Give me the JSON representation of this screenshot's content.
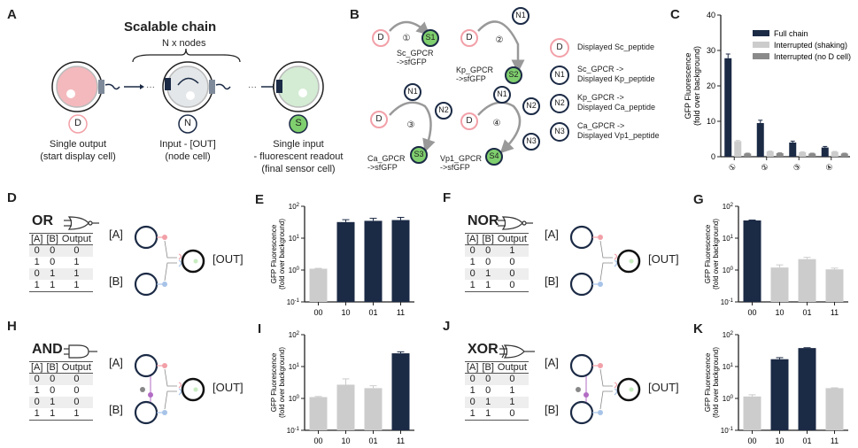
{
  "panels": {
    "A": {
      "label": "A",
      "title": "Scalable chain",
      "subtitle": "N x nodes",
      "cells": [
        {
          "symbol": "D",
          "desc1": "Single output",
          "desc2": "(start display cell)",
          "desc3": ""
        },
        {
          "symbol": "N",
          "desc1": "Input - [OUT]",
          "desc2": "(node cell)",
          "desc3": ""
        },
        {
          "symbol": "S",
          "desc1": "Single input",
          "desc2": "- fluorescent readout",
          "desc3": "(final sensor cell)"
        }
      ]
    },
    "B": {
      "label": "B",
      "chains": [
        {
          "num": "①",
          "sensor": "S1",
          "nodes": [],
          "caption1": "Sc_GPCR",
          "caption2": "->sfGFP"
        },
        {
          "num": "②",
          "sensor": "S2",
          "nodes": [
            "N1"
          ],
          "caption1": "Kp_GPCR",
          "caption2": "->sfGFP"
        },
        {
          "num": "③",
          "sensor": "S3",
          "nodes": [
            "N1",
            "N2"
          ],
          "caption1": "Ca_GPCR",
          "caption2": "->sfGFP"
        },
        {
          "num": "④",
          "sensor": "S4",
          "nodes": [
            "N1",
            "N2",
            "N3"
          ],
          "caption1": "Vp1_GPCR",
          "caption2": "->sfGFP"
        }
      ],
      "start": "D",
      "legend": [
        {
          "symbol": "D",
          "line1": "Displayed Sc_peptide",
          "line2": ""
        },
        {
          "symbol": "N1",
          "line1": "Sc_GPCR ->",
          "line2": "Displayed Kp_peptide"
        },
        {
          "symbol": "N2",
          "line1": "Kp_GPCR ->",
          "line2": "Displayed Ca_peptide"
        },
        {
          "symbol": "N3",
          "line1": "Ca_GPCR ->",
          "line2": "Displayed Vp1_peptide"
        }
      ]
    },
    "D": {
      "label": "D",
      "gate": "OR",
      "headers": [
        "[A]",
        "[B]",
        "Output"
      ],
      "rows": [
        [
          "0",
          "0",
          "0"
        ],
        [
          "1",
          "0",
          "1"
        ],
        [
          "0",
          "1",
          "1"
        ],
        [
          "1",
          "1",
          "1"
        ]
      ],
      "inA": "[A]",
      "inB": "[B]",
      "out": "[OUT]"
    },
    "F": {
      "label": "F",
      "gate": "NOR",
      "headers": [
        "[A]",
        "[B]",
        "Output"
      ],
      "rows": [
        [
          "0",
          "0",
          "1"
        ],
        [
          "1",
          "0",
          "0"
        ],
        [
          "0",
          "1",
          "0"
        ],
        [
          "1",
          "1",
          "0"
        ]
      ],
      "inA": "[A]",
      "inB": "[B]",
      "out": "[OUT]"
    },
    "H": {
      "label": "H",
      "gate": "AND",
      "headers": [
        "[A]",
        "[B]",
        "Output"
      ],
      "rows": [
        [
          "0",
          "0",
          "0"
        ],
        [
          "1",
          "0",
          "0"
        ],
        [
          "0",
          "1",
          "0"
        ],
        [
          "1",
          "1",
          "1"
        ]
      ],
      "inA": "[A]",
      "inB": "[B]",
      "out": "[OUT]"
    },
    "J": {
      "label": "J",
      "gate": "XOR",
      "headers": [
        "[A]",
        "[B]",
        "Output"
      ],
      "rows": [
        [
          "0",
          "0",
          "0"
        ],
        [
          "1",
          "0",
          "1"
        ],
        [
          "0",
          "1",
          "1"
        ],
        [
          "1",
          "1",
          "0"
        ]
      ],
      "inA": "[A]",
      "inB": "[B]",
      "out": "[OUT]"
    }
  },
  "colors": {
    "navy": "#1b2a45",
    "light": "#cccccc",
    "dark_grey": "#8a8a8a",
    "pink": "#f2a0a8",
    "green": "#7fcf6e",
    "blue_dot": "#a7c3e8"
  },
  "chart_data": [
    {
      "panel": "C",
      "type": "bar",
      "title": "",
      "ylabel": "GFP Fluorescence",
      "ylabel2": "(fold over background)",
      "categories": [
        "①",
        "②",
        "③",
        "④"
      ],
      "ylim": [
        0,
        40
      ],
      "yticks": [
        0,
        10,
        20,
        30,
        40
      ],
      "scale": "linear",
      "legend_position": "top-right",
      "series": [
        {
          "name": "Full chain",
          "values": [
            27.8,
            9.5,
            4.0,
            2.6
          ],
          "errors": [
            1.2,
            0.8,
            0.4,
            0.3
          ],
          "color": "#1b2a45"
        },
        {
          "name": "Interrupted (shaking)",
          "values": [
            4.4,
            1.5,
            1.3,
            1.4
          ],
          "errors": [
            0.2,
            0.1,
            0.1,
            0.1
          ],
          "color": "#cccccc"
        },
        {
          "name": "Interrupted (no D cell)",
          "values": [
            0.9,
            1.0,
            0.9,
            0.9
          ],
          "errors": [
            0.1,
            0.1,
            0.1,
            0.1
          ],
          "color": "#8a8a8a"
        }
      ]
    },
    {
      "panel": "E",
      "type": "bar",
      "scale": "log",
      "ylim": [
        0.1,
        100
      ],
      "yticks": [
        "10-1",
        "100",
        "101",
        "102"
      ],
      "ylabel": "GFP Fluorescence",
      "ylabel2": "(fold over background)",
      "categories": [
        "00",
        "10",
        "01",
        "11"
      ],
      "values": [
        1.1,
        32,
        35,
        37
      ],
      "errors": [
        0.03,
        6,
        7,
        8
      ],
      "on": [
        false,
        true,
        true,
        true
      ]
    },
    {
      "panel": "G",
      "type": "bar",
      "scale": "log",
      "ylim": [
        0.1,
        100
      ],
      "yticks": [
        "10-1",
        "100",
        "101",
        "102"
      ],
      "ylabel": "GFP Fluorescence",
      "ylabel2": "(fold over background)",
      "categories": [
        "00",
        "10",
        "01",
        "11"
      ],
      "values": [
        36,
        1.2,
        2.2,
        1.05
      ],
      "errors": [
        1,
        0.25,
        0.3,
        0.1
      ],
      "on": [
        true,
        false,
        false,
        false
      ]
    },
    {
      "panel": "I",
      "type": "bar",
      "scale": "log",
      "ylim": [
        0.1,
        100
      ],
      "yticks": [
        "10-1",
        "100",
        "101",
        "102"
      ],
      "ylabel": "GFP Fluorescence",
      "ylabel2": "(fold over background)",
      "categories": [
        "00",
        "10",
        "01",
        "11"
      ],
      "values": [
        1.1,
        2.7,
        2.1,
        26
      ],
      "errors": [
        0.05,
        1.4,
        0.4,
        3
      ],
      "on": [
        false,
        false,
        false,
        true
      ]
    },
    {
      "panel": "K",
      "type": "bar",
      "scale": "log",
      "ylim": [
        0.1,
        100
      ],
      "yticks": [
        "10-1",
        "100",
        "101",
        "102"
      ],
      "ylabel": "GFP Fluorescence",
      "ylabel2": "(fold over background)",
      "categories": [
        "00",
        "10",
        "01",
        "11"
      ],
      "values": [
        1.15,
        17,
        38,
        2.1
      ],
      "errors": [
        0.15,
        2,
        1,
        0.05
      ],
      "on": [
        false,
        true,
        true,
        false
      ]
    }
  ]
}
